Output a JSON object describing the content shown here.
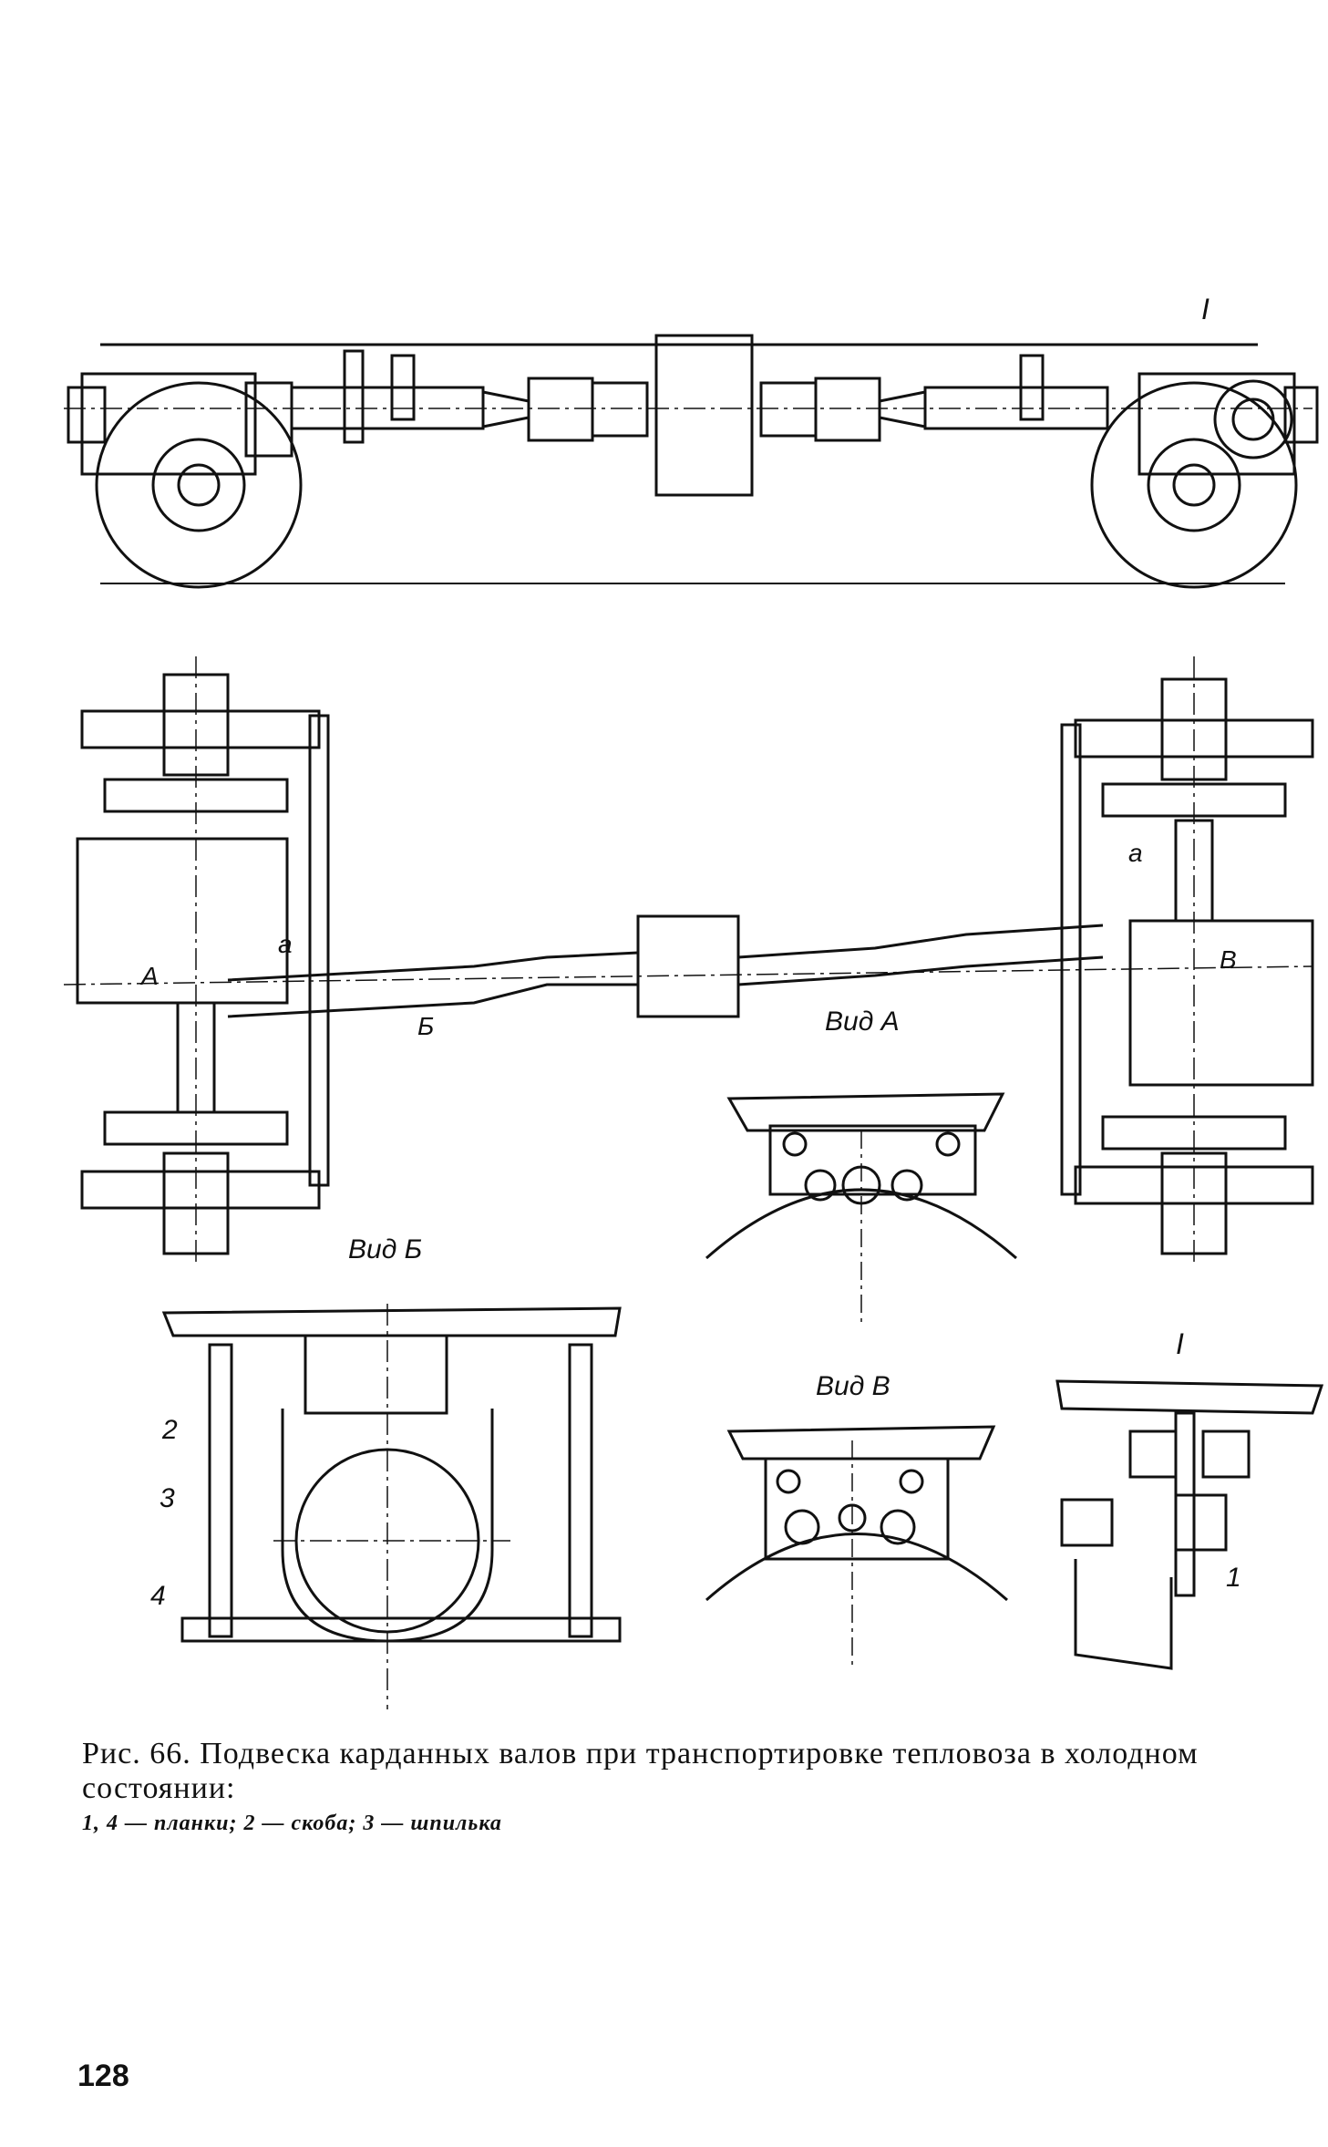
{
  "figure": {
    "labels": {
      "roman_one": "I",
      "view_a": "Вид А",
      "view_b": "Вид Б",
      "view_v": "Вид В",
      "letter_a_left": "а",
      "letter_a_right": "а",
      "arrow_A": "А",
      "arrow_B": "Б",
      "arrow_V": "В",
      "num_1": "1",
      "num_2": "2",
      "num_3": "3",
      "num_4": "4",
      "detail_I": "I"
    }
  },
  "caption": {
    "title_prefix": "Рис. 66.",
    "title_text": "Подвеска карданных валов при транспортировке тепловоза в холодном состоянии:",
    "legend": "1, 4 — планки; 2 — скоба; 3 — шпилька"
  },
  "page_number": "128"
}
